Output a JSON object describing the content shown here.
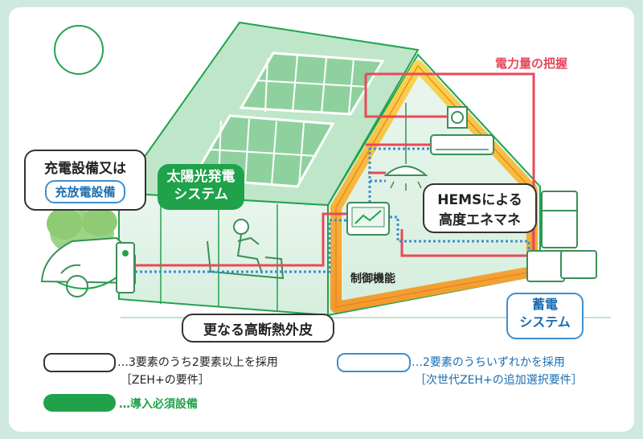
{
  "labels": {
    "power_grasp": "電力量の把握",
    "charging_title": "充電設備又は",
    "charging_sub": "充放電設備",
    "solar_line1": "太陽光発電",
    "solar_line2": "システム",
    "hems_line1": "HEMSによる",
    "hems_line2": "高度エネマネ",
    "control": "制御機能",
    "insulation": "更なる高断熱外皮",
    "battery_line1": "蓄電",
    "battery_line2": "システム"
  },
  "legend": {
    "white_line1": "…3要素のうち2要素以上を採用",
    "white_line2": "［ZEH+の要件］",
    "green_label": "…導入必須設備",
    "blue_line1": "…2要素のうちいずれかを採用",
    "blue_line2": "［次世代ZEH+の追加選択要件］"
  },
  "colors": {
    "background": "#cfe9e2",
    "house_green": "#21a34d",
    "panel_green": "#8fd19e",
    "red_line": "#e8495a",
    "blue_dots": "#3b8fd2",
    "frame_orange": "#f08a28",
    "frame_yellow": "#f8d34a"
  },
  "icons": [
    "sun-icon",
    "solar-panel-icon",
    "car-icon",
    "charger-icon",
    "person-icon",
    "lamp-icon",
    "air-conditioner-icon",
    "clock-icon",
    "hems-monitor-icon",
    "battery-icon",
    "tree-icon"
  ]
}
